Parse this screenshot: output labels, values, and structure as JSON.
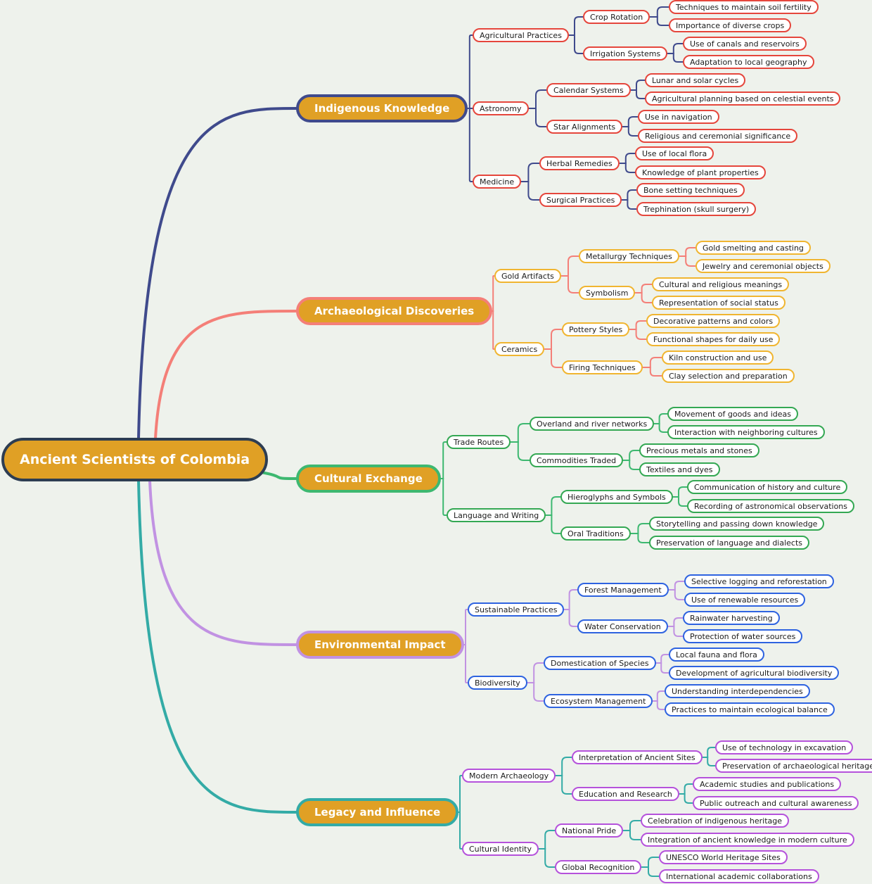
{
  "diagram": {
    "root": {
      "label": "Ancient Scientists of Colombia",
      "color": "#2d3d52"
    },
    "branches": [
      {
        "label": "Indigenous Knowledge",
        "color": "#3f4a8c",
        "child_color": "#3f4a8c",
        "node_color": "#e5463c",
        "children": [
          {
            "label": "Agricultural Practices",
            "children": [
              {
                "label": "Crop Rotation",
                "children": [
                  "Techniques to maintain soil fertility",
                  "Importance of diverse crops"
                ]
              },
              {
                "label": "Irrigation Systems",
                "children": [
                  "Use of canals and reservoirs",
                  "Adaptation to local geography"
                ]
              }
            ]
          },
          {
            "label": "Astronomy",
            "children": [
              {
                "label": "Calendar Systems",
                "children": [
                  "Lunar and solar cycles",
                  "Agricultural planning based on celestial events"
                ]
              },
              {
                "label": "Star Alignments",
                "children": [
                  "Use in navigation",
                  "Religious and ceremonial significance"
                ]
              }
            ]
          },
          {
            "label": "Medicine",
            "children": [
              {
                "label": "Herbal Remedies",
                "children": [
                  "Use of local flora",
                  "Knowledge of plant properties"
                ]
              },
              {
                "label": "Surgical Practices",
                "children": [
                  "Bone setting techniques",
                  "Trephination (skull surgery)"
                ]
              }
            ]
          }
        ]
      },
      {
        "label": "Archaeological Discoveries",
        "color": "#f47f78",
        "child_color": "#f47f78",
        "node_color": "#f0b530",
        "children": [
          {
            "label": "Gold Artifacts",
            "children": [
              {
                "label": "Metallurgy Techniques",
                "children": [
                  "Gold smelting and casting",
                  "Jewelry and ceremonial objects"
                ]
              },
              {
                "label": "Symbolism",
                "children": [
                  "Cultural and religious meanings",
                  "Representation of social status"
                ]
              }
            ]
          },
          {
            "label": "Ceramics",
            "children": [
              {
                "label": "Pottery Styles",
                "children": [
                  "Decorative patterns and colors",
                  "Functional shapes for daily use"
                ]
              },
              {
                "label": "Firing Techniques",
                "children": [
                  "Kiln construction and use",
                  "Clay selection and preparation"
                ]
              }
            ]
          }
        ]
      },
      {
        "label": "Cultural Exchange",
        "color": "#3db870",
        "child_color": "#3db870",
        "node_color": "#34a853",
        "children": [
          {
            "label": "Trade Routes",
            "children": [
              {
                "label": "Overland and river networks",
                "children": [
                  "Movement of goods and ideas",
                  "Interaction with neighboring cultures"
                ]
              },
              {
                "label": "Commodities Traded",
                "children": [
                  "Precious metals and stones",
                  "Textiles and dyes"
                ]
              }
            ]
          },
          {
            "label": "Language and Writing",
            "children": [
              {
                "label": "Hieroglyphs and Symbols",
                "children": [
                  "Communication of history and culture",
                  "Recording of astronomical observations"
                ]
              },
              {
                "label": "Oral Traditions",
                "children": [
                  "Storytelling and passing down knowledge",
                  "Preservation of language and dialects"
                ]
              }
            ]
          }
        ]
      },
      {
        "label": "Environmental Impact",
        "color": "#c192e2",
        "child_color": "#c192e2",
        "node_color": "#2e63e0",
        "children": [
          {
            "label": "Sustainable Practices",
            "children": [
              {
                "label": "Forest Management",
                "children": [
                  "Selective logging and reforestation",
                  "Use of renewable resources"
                ]
              },
              {
                "label": "Water Conservation",
                "children": [
                  "Rainwater harvesting",
                  "Protection of water sources"
                ]
              }
            ]
          },
          {
            "label": "Biodiversity",
            "children": [
              {
                "label": "Domestication of Species",
                "children": [
                  "Local fauna and flora",
                  "Development of agricultural biodiversity"
                ]
              },
              {
                "label": "Ecosystem Management",
                "children": [
                  "Understanding interdependencies",
                  "Practices to maintain ecological balance"
                ]
              }
            ]
          }
        ]
      },
      {
        "label": "Legacy and Influence",
        "color": "#33aba6",
        "child_color": "#33aba6",
        "node_color": "#b552db",
        "children": [
          {
            "label": "Modern Archaeology",
            "children": [
              {
                "label": "Interpretation of Ancient Sites",
                "children": [
                  "Use of technology in excavation",
                  "Preservation of archaeological heritage"
                ]
              },
              {
                "label": "Education and Research",
                "children": [
                  "Academic studies and publications",
                  "Public outreach and cultural awareness"
                ]
              }
            ]
          },
          {
            "label": "Cultural Identity",
            "children": [
              {
                "label": "National Pride",
                "children": [
                  "Celebration of indigenous heritage",
                  "Integration of ancient knowledge in modern culture"
                ]
              },
              {
                "label": "Global Recognition",
                "children": [
                  "UNESCO World Heritage Sites",
                  "International academic collaborations"
                ]
              }
            ]
          }
        ]
      }
    ]
  }
}
